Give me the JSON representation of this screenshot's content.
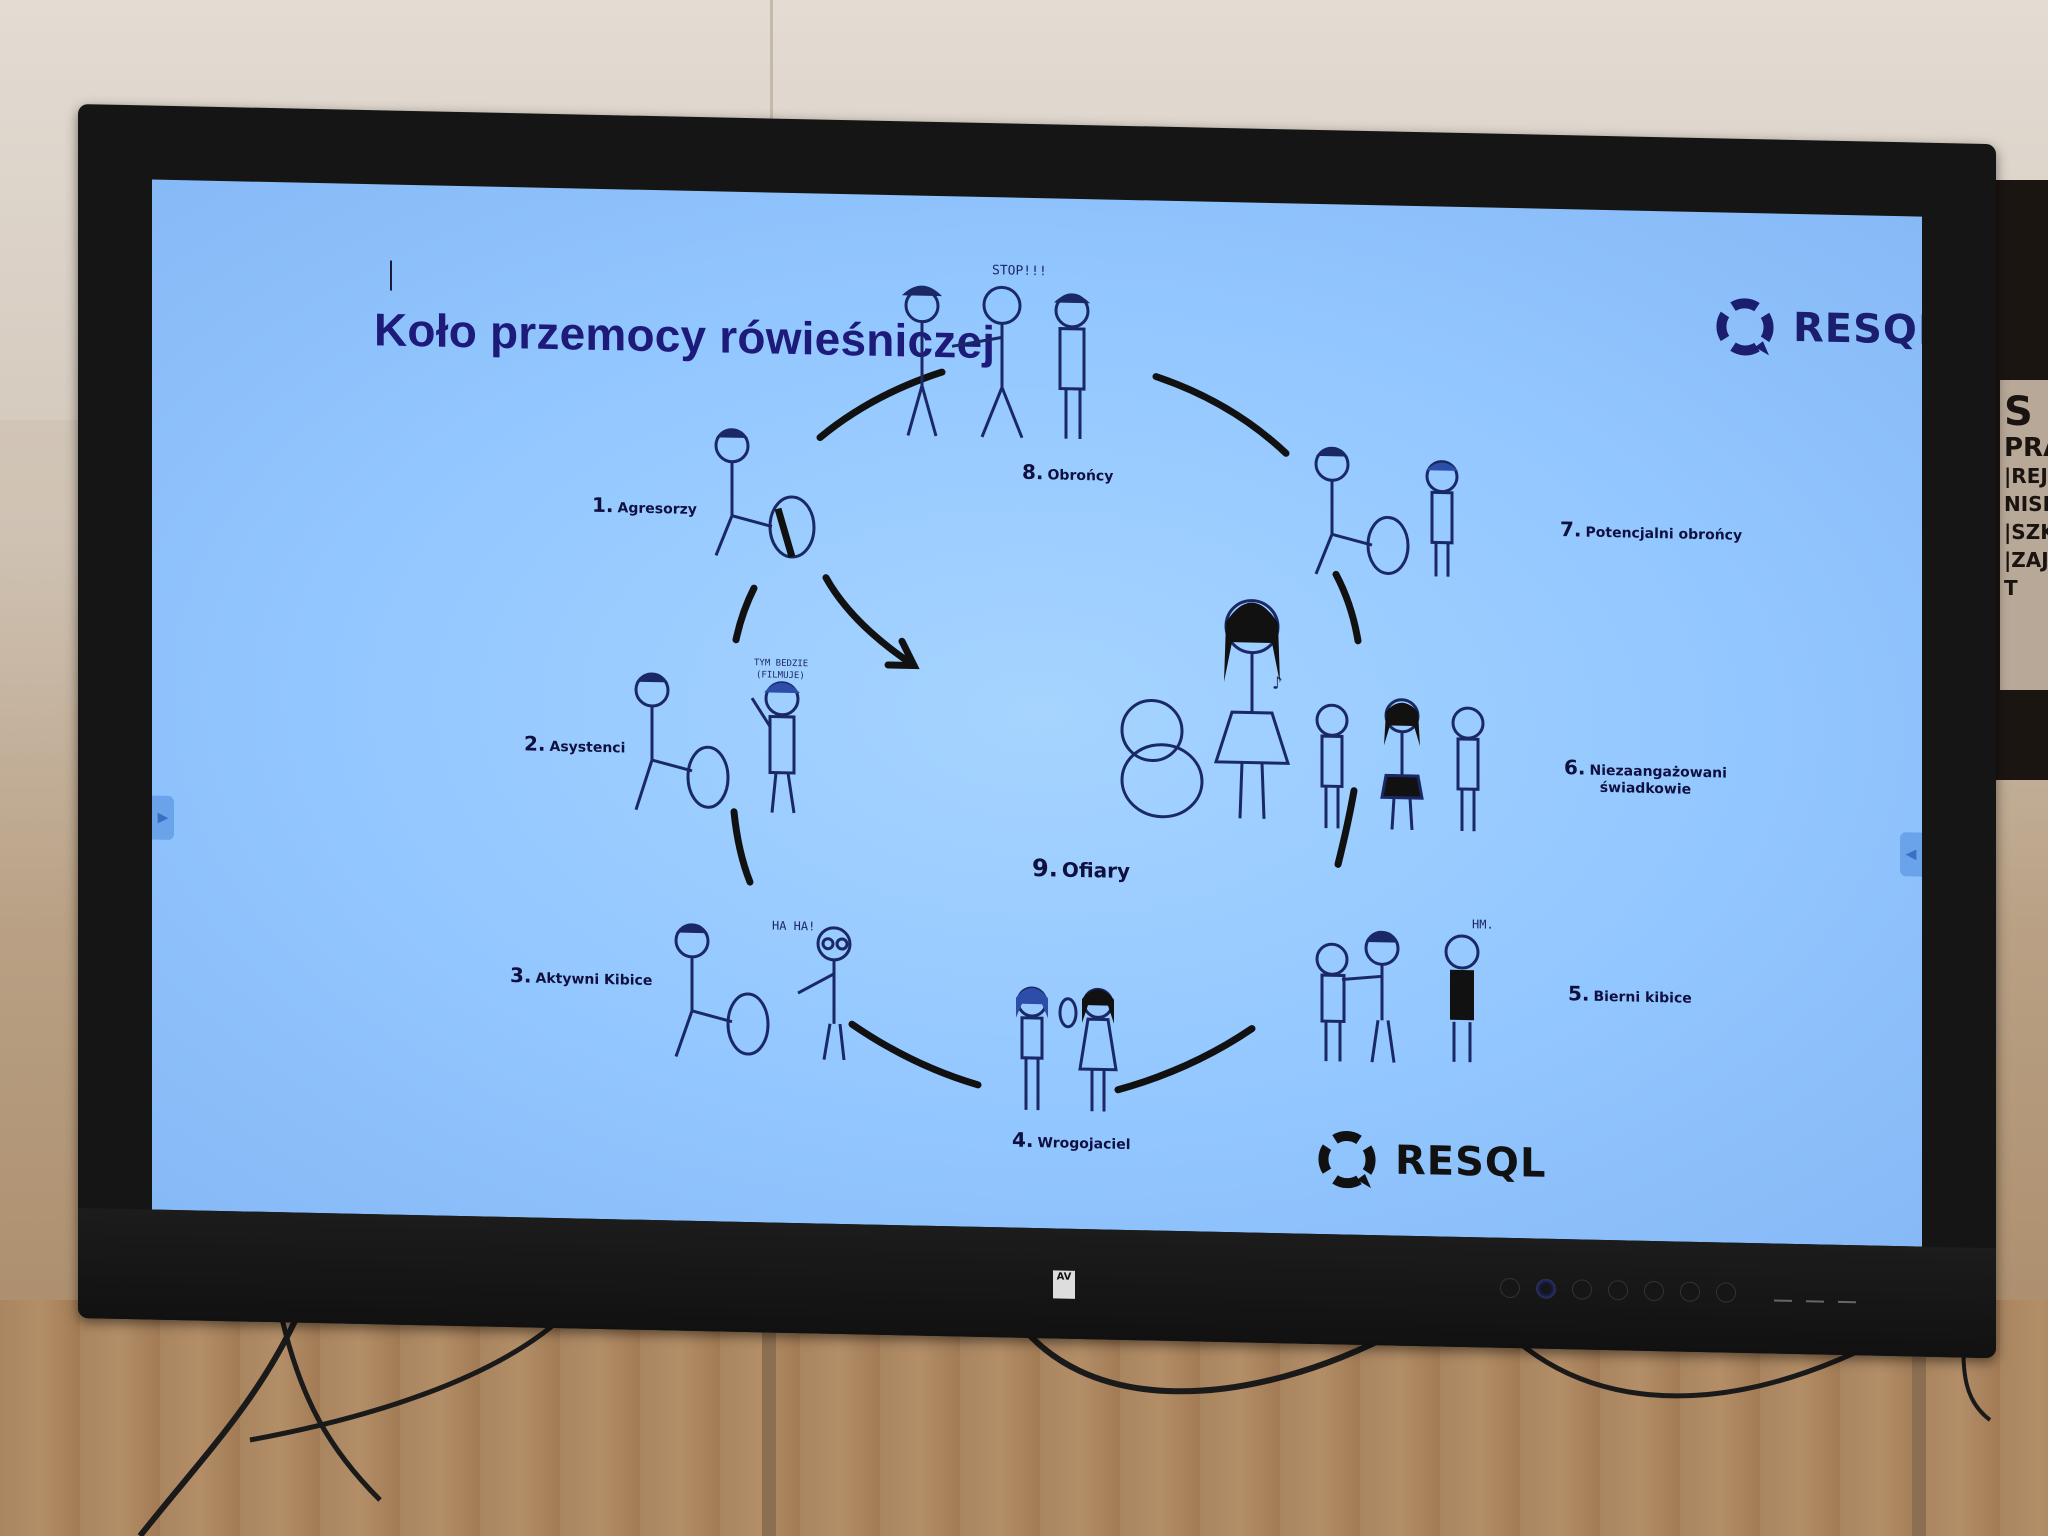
{
  "slide": {
    "title": "Koło przemocy rówieśniczej",
    "brand": "RESQL",
    "brand_color": "#1b1e6e",
    "title_color": "#1d1a7a",
    "background_color": "#93c7ff"
  },
  "roles": [
    {
      "num": "1.",
      "label": "Agresorzy"
    },
    {
      "num": "2.",
      "label": "Asystenci"
    },
    {
      "num": "3.",
      "label": "Aktywni Kibice"
    },
    {
      "num": "4.",
      "label": "Wrogojaciel"
    },
    {
      "num": "5.",
      "label": "Bierni kibice"
    },
    {
      "num": "6.",
      "label": "Niezaangażowani",
      "label2": "świadkowie"
    },
    {
      "num": "7.",
      "label": "Potencjalni obrońcy"
    },
    {
      "num": "8.",
      "label": "Obrońcy"
    },
    {
      "num": "9.",
      "label": "Ofiary"
    }
  ],
  "speech": {
    "stop": "STOP!!!",
    "assistant": "TYM BEDZIE",
    "assistant2": "(FILMUJE)",
    "laugh": "HA HA!",
    "hm": "HM.",
    "note": "♪"
  },
  "nav": {
    "prev_icon": "▶",
    "next_icon": "◀"
  },
  "device": {
    "brand_mark": "AV"
  },
  "poster": {
    "lines": [
      "S",
      "PRAW",
      "|REJ",
      "NISKO",
      "|SZK",
      "|ZAJ",
      "T"
    ]
  }
}
